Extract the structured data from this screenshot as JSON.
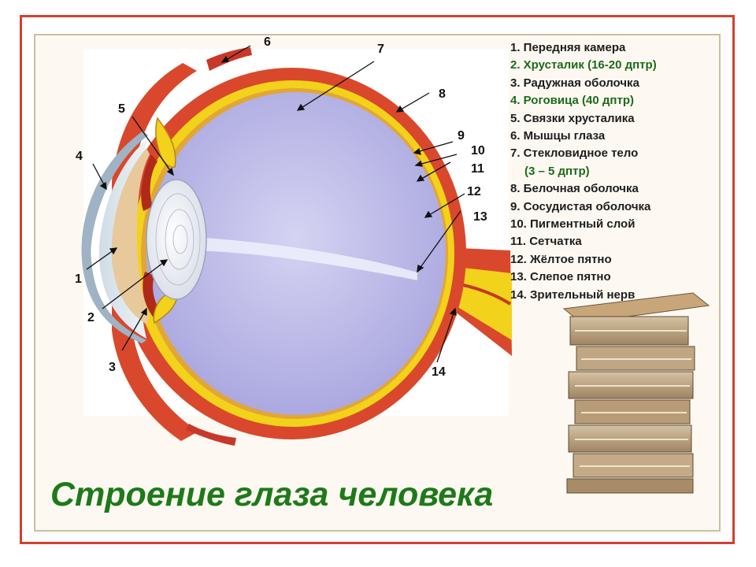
{
  "title": "Строение глаза человека",
  "markers": [
    "1",
    "2",
    "3",
    "4",
    "5",
    "6",
    "7",
    "8",
    "9",
    "10",
    "11",
    "12",
    "13",
    "14"
  ],
  "legend": [
    {
      "text": "1.   Передняя камера",
      "color": "#1d1d1d"
    },
    {
      "text": "2.   Хрусталик (16-20 дптр)",
      "color": "#1d6a18"
    },
    {
      "text": "3.   Радужная оболочка",
      "color": "#1d1d1d"
    },
    {
      "text": "4.   Роговица (40 дптр)",
      "color": "#1d6a18"
    },
    {
      "text": "5.   Связки хрусталика",
      "color": "#1d1d1d"
    },
    {
      "text": "6.   Мышцы глаза",
      "color": "#1d1d1d"
    },
    {
      "text": "7.   Стекловидное тело",
      "color": "#1d1d1d"
    },
    {
      "text": "   (3 – 5 дптр)",
      "color": "#1d6a18"
    },
    {
      "text": "8.  Белочная оболочка",
      "color": "#1d1d1d"
    },
    {
      "text": "9.   Сосудистая оболочка",
      "color": "#1d1d1d"
    },
    {
      "text": "10. Пигментный слой",
      "color": "#1d1d1d"
    },
    {
      "text": "11. Сетчатка",
      "color": "#1d1d1d"
    },
    {
      "text": "12. Жёлтое пятно",
      "color": "#1d1d1d"
    },
    {
      "text": "13. Слепое пятно",
      "color": "#1d1d1d"
    },
    {
      "text": "14. Зрительный нерв",
      "color": "#1d1d1d"
    }
  ],
  "colors": {
    "frame": "#d2412c",
    "title": "#1d7a18",
    "sclera": "#d9482c",
    "choroid": "#f2d21a",
    "vitreous": "#b9b7e6"
  }
}
